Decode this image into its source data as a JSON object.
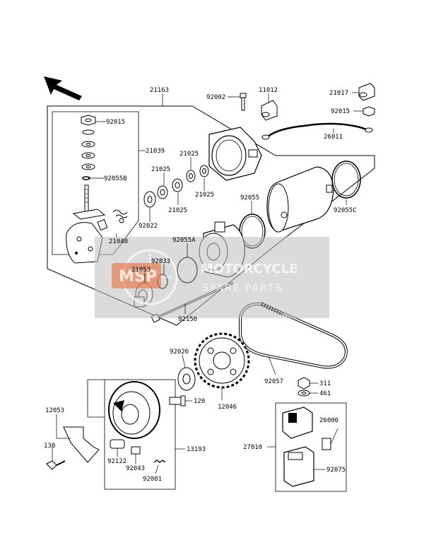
{
  "parts": {
    "p21163": "21163",
    "p92002": "92002",
    "p11012": "11012",
    "p21017": "21017",
    "p92015a": "92015",
    "p92015b": "92015",
    "p26011": "26011",
    "p21039": "21039",
    "p92055B": "92055B",
    "p21025a": "21025",
    "p21025b": "21025",
    "p21025c": "21025",
    "p21025d": "21025",
    "p92022": "92022",
    "p21040": "21040",
    "p92055": "92055",
    "p92055C": "92055C",
    "p92055A": "92055A",
    "p92033": "92033",
    "p21053": "21053",
    "p92150": "92150",
    "p92026": "92026",
    "p12046": "12046",
    "p92057": "92057",
    "p311": "311",
    "p461": "461",
    "p120": "120",
    "p12053": "12053",
    "p130": "130",
    "p92122": "92122",
    "p92043": "92043",
    "p92081": "92081",
    "p13193": "13193",
    "p26006": "26006",
    "p27010": "27010",
    "p92075": "92075"
  },
  "watermark": {
    "brand": "MOTORCYCLE",
    "sub": "SPARE PARTS",
    "logo": "MSP"
  },
  "icons": {
    "front": "arrow-up-left-icon"
  }
}
